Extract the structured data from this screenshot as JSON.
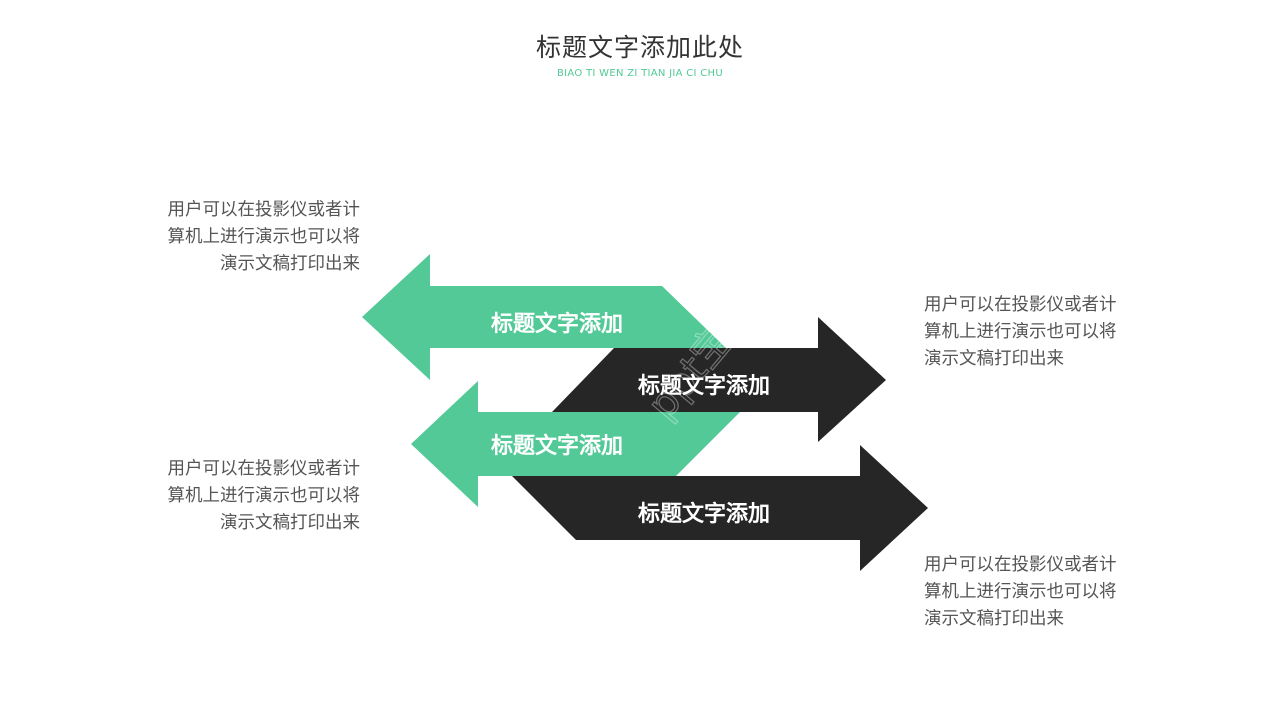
{
  "header": {
    "title": "标题文字添加此处",
    "subtitle": "BIAO TI WEN ZI TIAN JIA CI CHU"
  },
  "arrows": [
    {
      "label": "标题文字添加",
      "direction": "left",
      "color": "#52c997"
    },
    {
      "label": "标题文字添加",
      "direction": "right",
      "color": "#262626"
    },
    {
      "label": "标题文字添加",
      "direction": "left",
      "color": "#52c997"
    },
    {
      "label": "标题文字添加",
      "direction": "right",
      "color": "#262626"
    }
  ],
  "descriptions": [
    {
      "lines": [
        "用户可以在投影仪或者计",
        "算机上进行演示也可以将",
        "演示文稿打印出来"
      ]
    },
    {
      "lines": [
        "用户可以在投影仪或者计",
        "算机上进行演示也可以将",
        "演示文稿打印出来"
      ]
    },
    {
      "lines": [
        "用户可以在投影仪或者计",
        "算机上进行演示也可以将",
        "演示文稿打印出来"
      ]
    },
    {
      "lines": [
        "用户可以在投影仪或者计",
        "算机上进行演示也可以将",
        "演示文稿打印出来"
      ]
    }
  ],
  "watermark": "ppt宝藏",
  "colors": {
    "green": "#52c997",
    "dark": "#262626",
    "text": "#555555"
  }
}
